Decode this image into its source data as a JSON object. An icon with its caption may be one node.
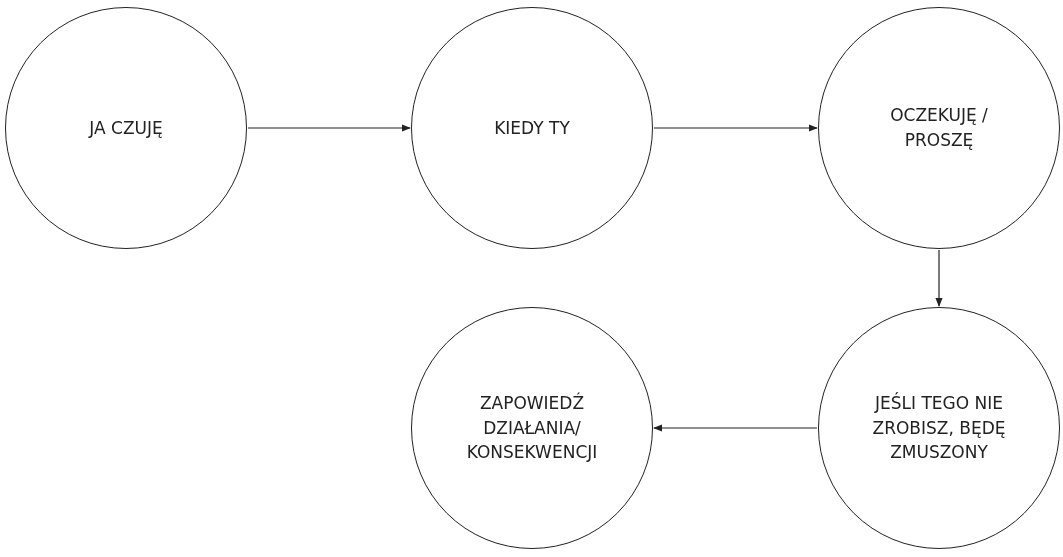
{
  "diagram": {
    "nodes": [
      {
        "text": [
          "JA CZUJĘ"
        ]
      },
      {
        "text": [
          "KIEDY TY"
        ]
      },
      {
        "text": [
          "OCZEKUJĘ / PROSZĘ"
        ]
      },
      {
        "text": [
          "ZAPOWIEDŹ DZIAŁANIA/ KONSEKWENCJI"
        ]
      },
      {
        "text": [
          "JEŚLI TEGO NIE ZROBISZ, BĘDĘ ZMUSZONY"
        ]
      }
    ],
    "edges": [
      {
        "from": 0,
        "to": 1,
        "arrow": "to"
      },
      {
        "from": 1,
        "to": 2,
        "arrow": "to"
      },
      {
        "from": 2,
        "to": 4,
        "arrow": "to"
      },
      {
        "from": 4,
        "to": 3,
        "arrow": "to"
      }
    ]
  }
}
